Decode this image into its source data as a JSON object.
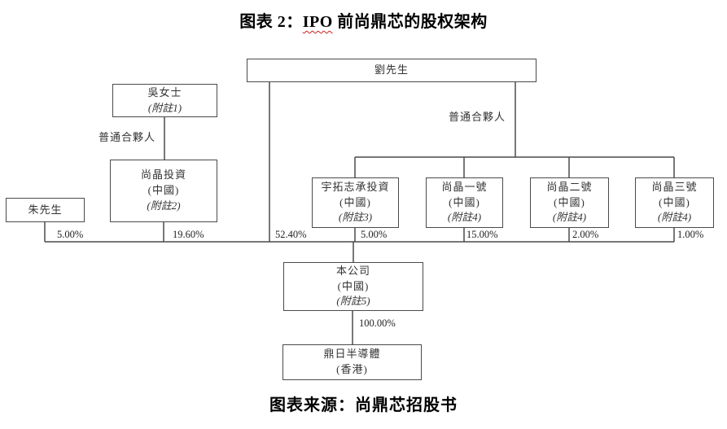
{
  "title": {
    "prefix": "图表 2：",
    "ipo": "IPO",
    "suffix": " 前尚鼎芯的股权架构"
  },
  "source": "图表来源：尚鼎芯招股书",
  "labels": {
    "general_partner_left": "普通合夥人",
    "general_partner_right": "普通合夥人"
  },
  "nodes": {
    "liu": {
      "name": "劉先生"
    },
    "wu": {
      "name": "吳女士",
      "note": "(附註1)"
    },
    "zhu": {
      "name": "朱先生"
    },
    "shangjing_investment": {
      "name": "尚晶投資",
      "region": "(中國)",
      "note": "(附註2)"
    },
    "yutuo": {
      "name": "宇拓志承投資",
      "region": "(中國)",
      "note": "(附註3)"
    },
    "shangjing_no1": {
      "name": "尚晶一號",
      "region": "(中國)",
      "note": "(附註4)"
    },
    "shangjing_no2": {
      "name": "尚晶二號",
      "region": "(中國)",
      "note": "(附註4)"
    },
    "shangjing_no3": {
      "name": "尚晶三號",
      "region": "(中國)",
      "note": "(附註4)"
    },
    "company": {
      "name": "本公司",
      "region": "(中國)",
      "note": "(附註5)"
    },
    "dingri": {
      "name": "鼎日半導體",
      "region": "(香港)"
    }
  },
  "percentages": {
    "zhu": "5.00%",
    "shangjing_investment": "19.60%",
    "liu": "52.40%",
    "yutuo": "5.00%",
    "shangjing_no1": "15.00%",
    "shangjing_no2": "2.00%",
    "shangjing_no3": "1.00%",
    "company_to_dingri": "100.00%"
  },
  "colors": {
    "line": "#4a4a4a",
    "squiggle": "#cf1f1f"
  }
}
